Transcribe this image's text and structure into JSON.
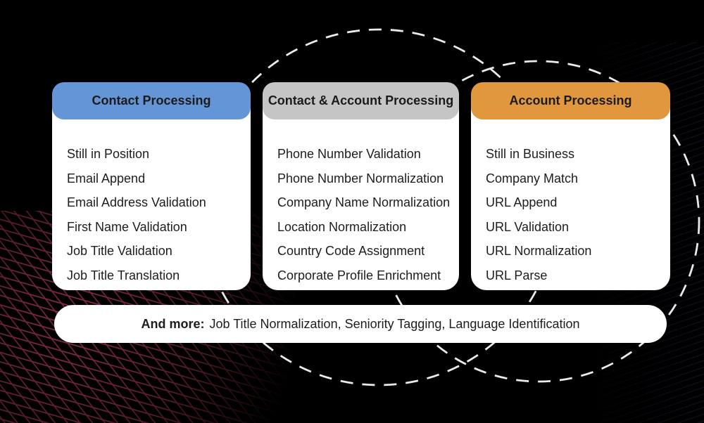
{
  "page": {
    "background_color": "#000000"
  },
  "decor": {
    "dashed_circle_color": "#eaeaea",
    "mesh_line_color": "#9c3153",
    "blue_mesh_line_color": "#27305c"
  },
  "cards": [
    {
      "title": "Contact Processing",
      "header_color": "#6495d6",
      "items": [
        "Still in Position",
        "Email Append",
        "Email Address Validation",
        "First Name Validation",
        "Job Title Validation",
        "Job Title Translation"
      ]
    },
    {
      "title": "Contact & Account Processing",
      "header_color": "#c5c5c5",
      "items": [
        "Phone Number Validation",
        "Phone Number Normalization",
        "Company Name Normalization",
        "Location Normalization",
        "Country Code Assignment",
        "Corporate Profile Enrichment"
      ]
    },
    {
      "title": "Account Processing",
      "header_color": "#e0973e",
      "items": [
        "Still in Business",
        "Company Match",
        "URL Append",
        "URL Validation",
        "URL Normalization",
        "URL Parse"
      ]
    }
  ],
  "footer": {
    "lead": "And more:",
    "text": "Job Title Normalization, Seniority Tagging, Language Identification"
  }
}
